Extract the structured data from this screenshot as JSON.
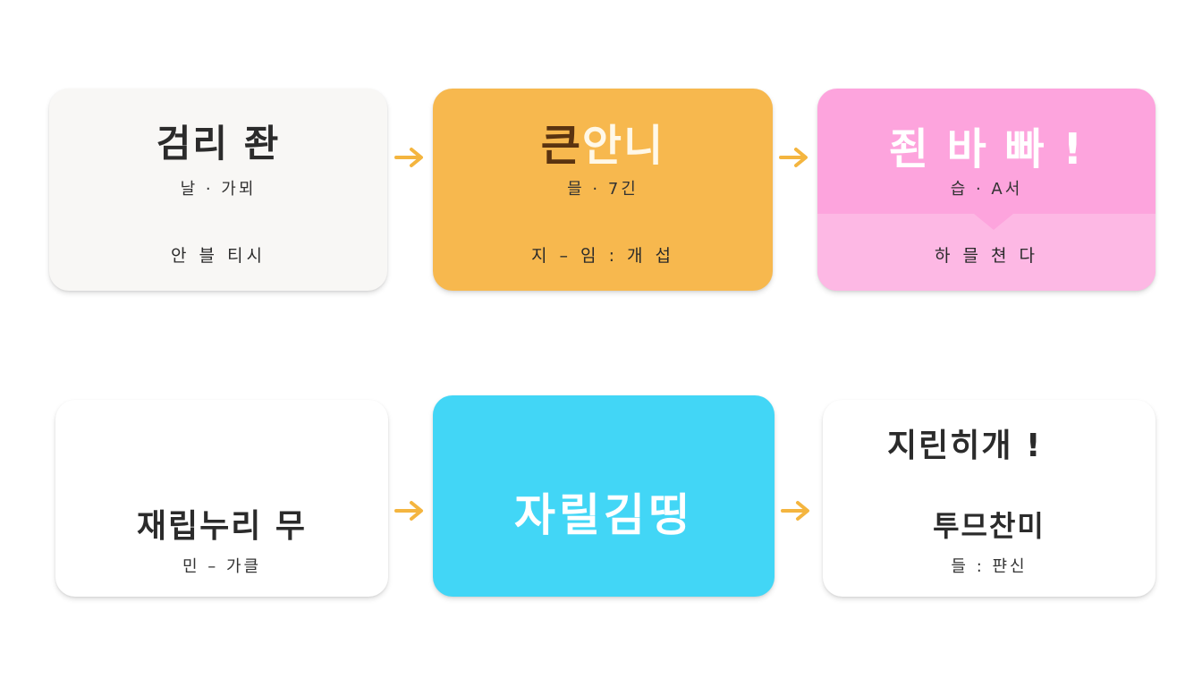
{
  "diagram": {
    "type": "flow",
    "accent_arrow_color": "#f4b53f",
    "cards": [
      {
        "id": "card-1",
        "title": "검리 좐",
        "subtitle": "날 · 가뫼",
        "footer": "안 블 티시",
        "bg": "#f8f7f5"
      },
      {
        "id": "card-2",
        "title_dark": "큰",
        "title_light": "안니",
        "subtitle": "믈 · 7긴",
        "footer": "지 – 임 : 개 섭",
        "bg": "#f7b84e"
      },
      {
        "id": "card-3",
        "title": "죈 바 빠 !",
        "subtitle": "습 · A서",
        "footer": "하 믈 쳔 다",
        "bg": "#fda4dd"
      },
      {
        "id": "card-4",
        "title": "재립누리 무",
        "subtitle": "민 – 가클",
        "bg": "#ffffff"
      },
      {
        "id": "card-5",
        "title": "자릴김띵",
        "bg": "#42d6f6"
      },
      {
        "id": "card-6",
        "title": "지린히개 !",
        "heading2": "투므찬미",
        "subtitle": "들 : 퍈신",
        "bg": "#ffffff"
      }
    ],
    "arrows": [
      {
        "from": "card-1",
        "to": "card-2",
        "icon": "arrow-right-icon"
      },
      {
        "from": "card-2",
        "to": "card-3",
        "icon": "arrow-right-icon"
      },
      {
        "from": "card-4",
        "to": "card-5",
        "icon": "arrow-right-icon"
      },
      {
        "from": "card-5",
        "to": "card-6",
        "icon": "arrow-right-icon"
      }
    ]
  }
}
